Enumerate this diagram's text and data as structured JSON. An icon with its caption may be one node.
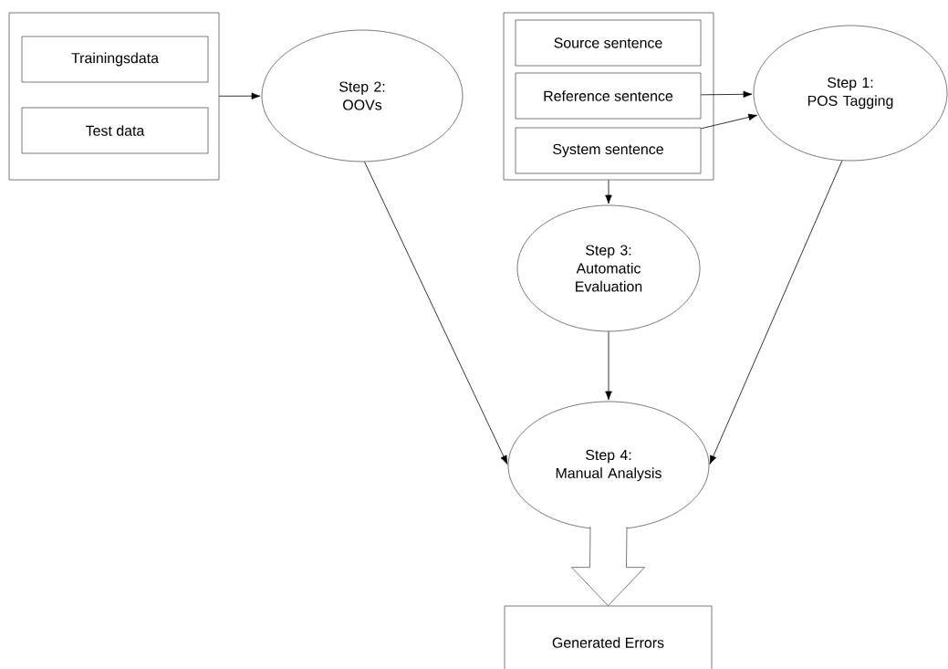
{
  "diagram": {
    "nodes": [
      {
        "text": [],
        "shape": "box"
      },
      {
        "text": [
          "Trainingsdata"
        ],
        "in": 0
      },
      {
        "text": [
          "Test data"
        ],
        "in": 0
      },
      {
        "text": [
          "Step 2: OOVs"
        ]
      },
      {
        "text": [],
        "shape": "box"
      },
      {
        "text": [
          "Source sentence"
        ],
        "in": 4
      },
      {
        "text": [
          "Reference sentence"
        ],
        "in": 4
      },
      {
        "text": [
          "System sentence"
        ],
        "in": 4
      },
      {
        "text": [
          "Step 1: POS Tagging"
        ]
      },
      {
        "text": [
          "Step 3: Automatic Evaluation"
        ]
      },
      {
        "text": [
          "Step 4: Manual Analysis"
        ]
      },
      {
        "text": [
          "Generated Errors"
        ]
      }
    ],
    "edges": [
      {
        "from": 0,
        "to": 3,
        "arrow": "to"
      },
      {
        "from": 6,
        "to": 8,
        "arrow": "to"
      },
      {
        "from": 7,
        "to": 8,
        "arrow": "to"
      },
      {
        "from": 4,
        "to": 9,
        "arrow": "to"
      },
      {
        "from": 3,
        "to": 10,
        "arrow": "to"
      },
      {
        "from": 9,
        "to": 10,
        "arrow": "to"
      },
      {
        "from": 8,
        "to": 10,
        "arrow": "to"
      },
      {
        "from": 10,
        "to": 11,
        "arrow": "to",
        "style": "thick"
      }
    ]
  }
}
